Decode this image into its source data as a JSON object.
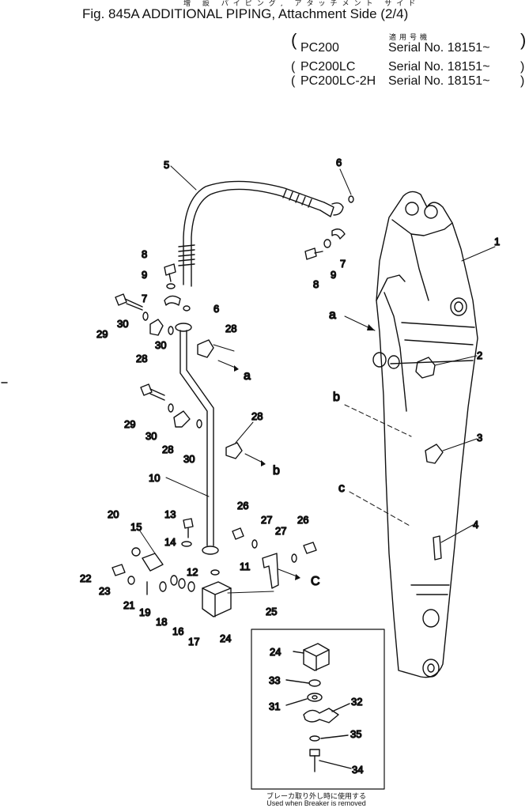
{
  "header": {
    "jp_title": "増 設 パイピング, アタッチメント サイド",
    "title": "Fig. 845A ADDITIONAL PIPING, Attachment Side (2/4)",
    "applicable_jp": "適用号機"
  },
  "models": [
    {
      "model": "PC200",
      "serial": "Serial No. 18151~"
    },
    {
      "model": "PC200LC",
      "serial": "Serial No. 18151~"
    },
    {
      "model": "PC200LC-2H",
      "serial": "Serial No. 18151~"
    }
  ],
  "callouts": {
    "n1": "1",
    "n2": "2",
    "n3": "3",
    "n4": "4",
    "n5": "5",
    "n6": "6",
    "n7": "7",
    "n8": "8",
    "n9": "9",
    "n10": "10",
    "n11": "11",
    "n12": "12",
    "n13": "13",
    "n14": "14",
    "n15": "15",
    "n16": "16",
    "n17": "17",
    "n18": "18",
    "n19": "19",
    "n20": "20",
    "n21": "21",
    "n22": "22",
    "n23": "23",
    "n24": "24",
    "n25": "25",
    "n26": "26",
    "n27": "27",
    "n28": "28",
    "n29": "29",
    "n30": "30",
    "n31": "31",
    "n32": "32",
    "n33": "33",
    "n34": "34",
    "n35": "35",
    "a": "a",
    "b": "b",
    "c": "c",
    "C": "C"
  },
  "inset_note": {
    "jp": "ブレーカ取り外し時に使用する",
    "en": "Used when Breaker is removed"
  }
}
